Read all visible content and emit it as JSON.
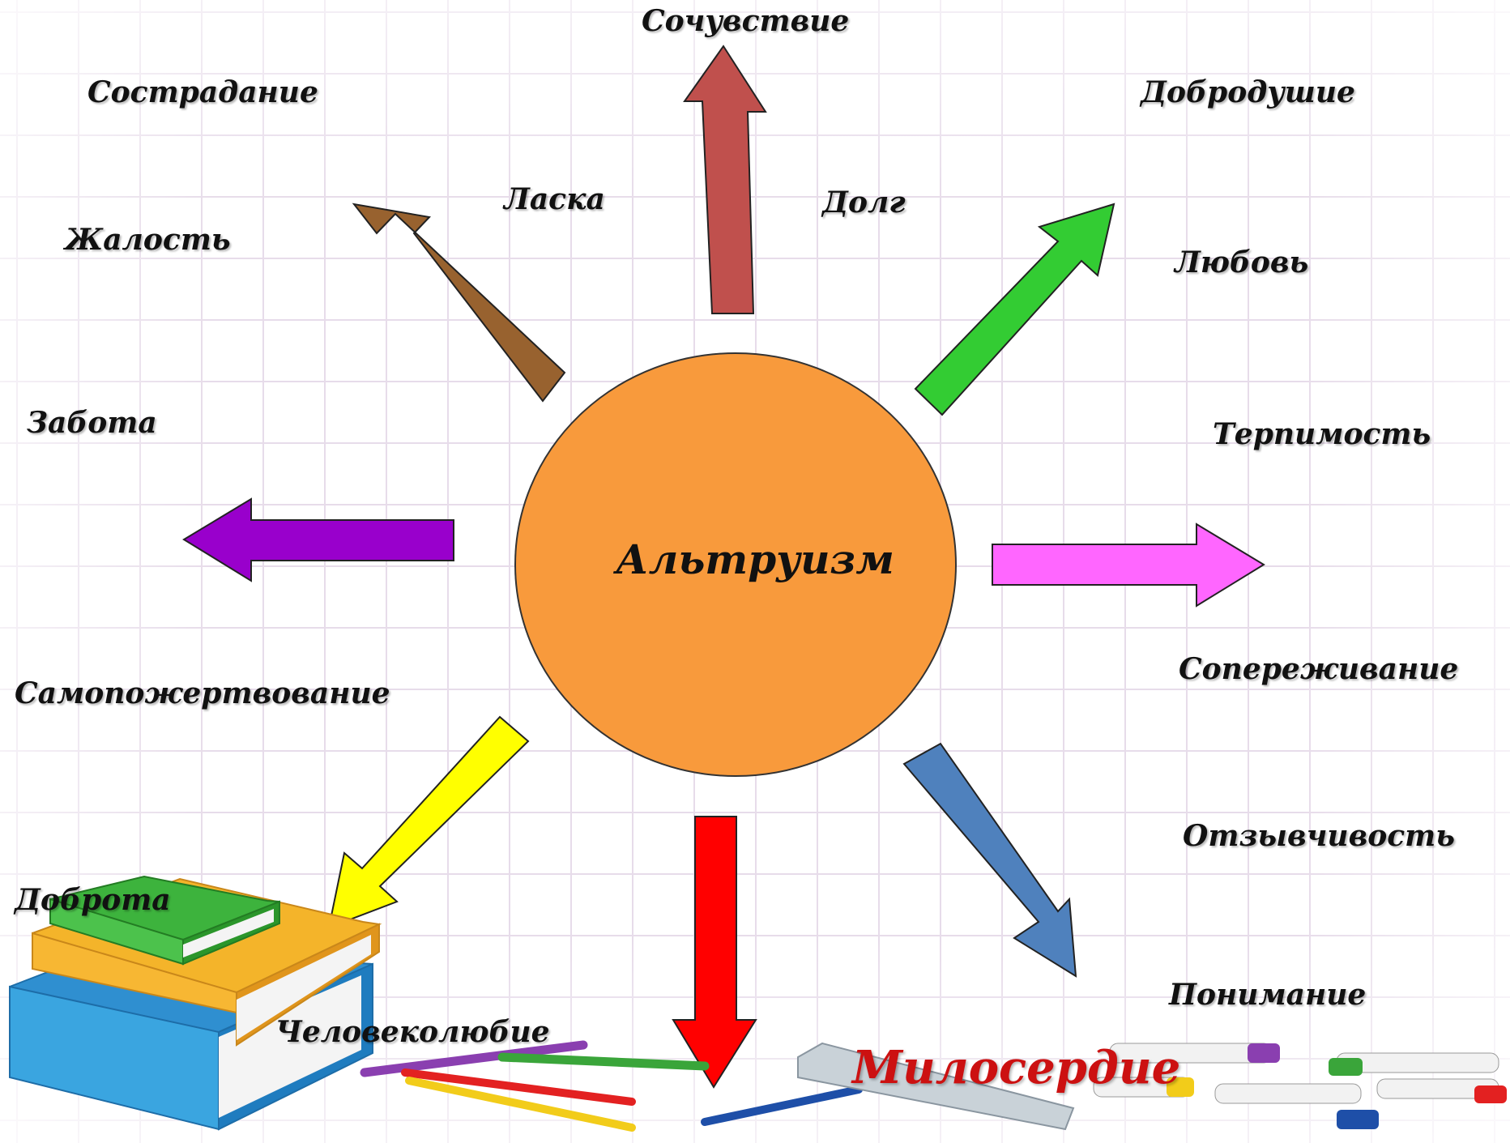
{
  "center": {
    "label": "Альтруизм",
    "color": "#f89a3c"
  },
  "words": {
    "sochuvstvie": "Сочувствие",
    "sostradanie": "Сострадание",
    "dobrodushie": "Добродушие",
    "laska": "Ласка",
    "dolg": "Долг",
    "zhalost": "Жалость",
    "lyubov": "Любовь",
    "zabota": "Забота",
    "terpimost": "Терпимость",
    "soperezhivanie": "Сопереживание",
    "samopozhertvovanie": "Самопожертвование",
    "otzyvchivost": "Отзывчивость",
    "dobrota": "Доброта",
    "ponimanie": "Понимание",
    "chelovekolyubie": "Человеколюбие"
  },
  "footer_label": "Милосердие",
  "arrows": [
    {
      "id": "up",
      "color": "#c0504d"
    },
    {
      "id": "up-left",
      "color": "#98622f"
    },
    {
      "id": "up-right",
      "color": "#33cc33"
    },
    {
      "id": "left",
      "color": "#9900cc"
    },
    {
      "id": "right",
      "color": "#ff66ff"
    },
    {
      "id": "down-left",
      "color": "#ffff00"
    },
    {
      "id": "down",
      "color": "#ff0000"
    },
    {
      "id": "down-right",
      "color": "#4f81bd"
    }
  ],
  "illustration": {
    "books_colors": [
      "#3aa5e0",
      "#f4b42a",
      "#3db33d"
    ]
  }
}
